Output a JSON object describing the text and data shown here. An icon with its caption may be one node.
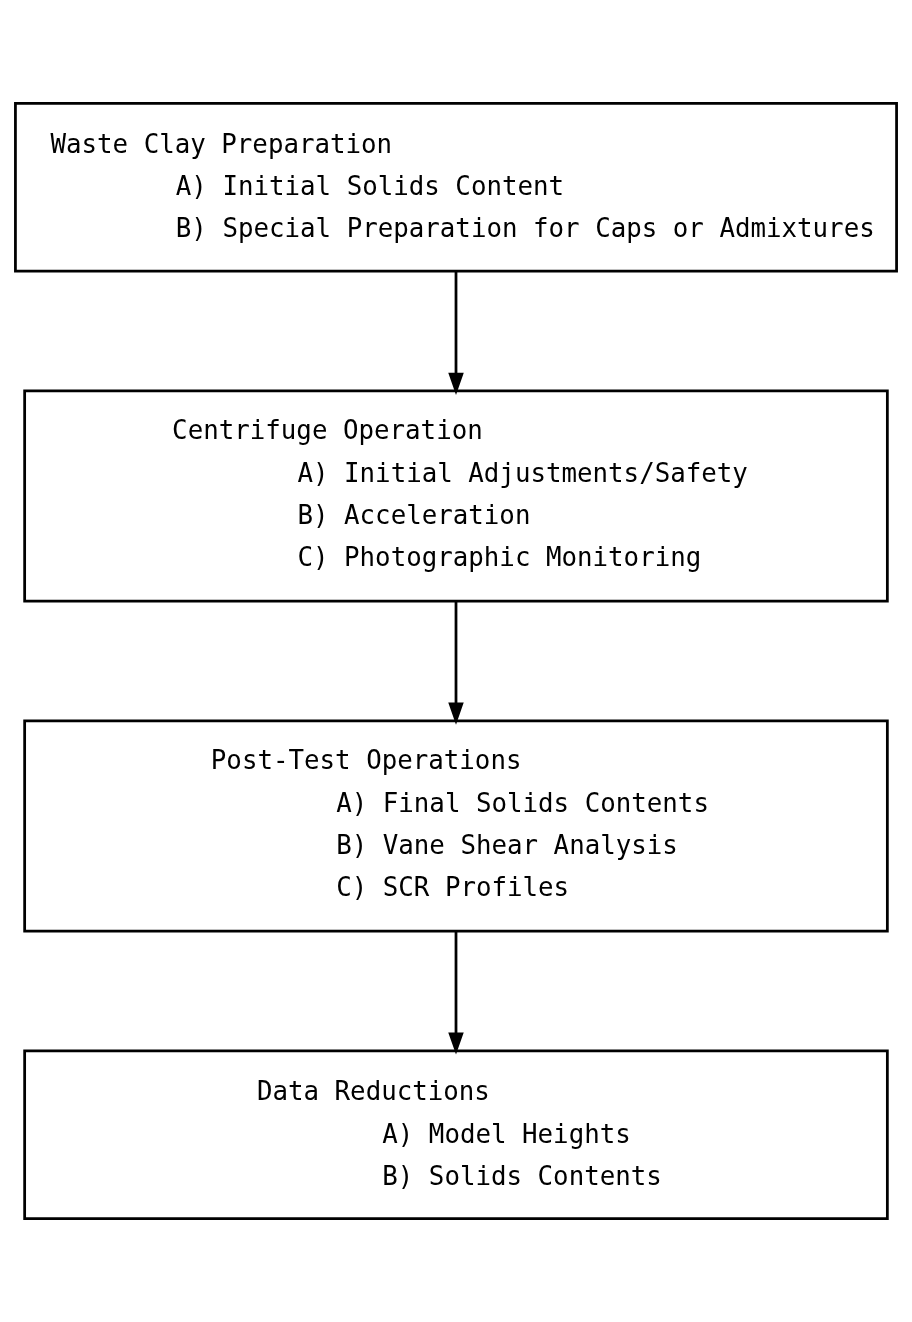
{
  "diagram": {
    "nodes": [
      {
        "text": [
          "Waste Clay Preparation",
          "A) Initial Solids Content",
          "B) Special Preparation for Caps or Admixtures"
        ]
      },
      {
        "text": [
          "Centrifuge Operation",
          "A) Initial Adjustments/Safety",
          "B) Acceleration",
          "C) Photographic Monitoring"
        ]
      },
      {
        "text": [
          "Post-Test Operations",
          "A) Final Solids Contents",
          "B) Vane Shear Analysis",
          "C) SCR Profiles"
        ]
      },
      {
        "text": [
          "Data Reductions",
          "A) Model Heights",
          "B) Solids Contents"
        ]
      }
    ],
    "edges": [
      {
        "from": 0,
        "to": 1,
        "arrow": "to"
      },
      {
        "from": 1,
        "to": 2,
        "arrow": "to"
      },
      {
        "from": 2,
        "to": 3,
        "arrow": "to"
      }
    ]
  }
}
